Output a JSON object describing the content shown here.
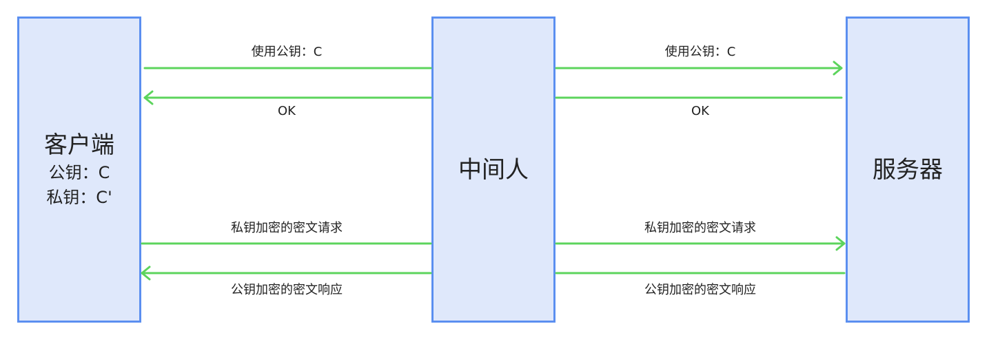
{
  "colors": {
    "box_fill": "#dfe8fb",
    "box_border": "#5b8ff0",
    "arrow": "#5cd45c"
  },
  "client": {
    "title": "客户端",
    "public_key": "公钥：C",
    "private_key": "私钥：C'"
  },
  "middle": {
    "title": "中间人"
  },
  "server": {
    "title": "服务器"
  },
  "messages": {
    "pubkey_left": "使用公钥：C",
    "ok_left": "OK",
    "pubkey_right": "使用公钥：C",
    "ok_right": "OK",
    "req_left": "私钥加密的密文请求",
    "resp_left": "公钥加密的密文响应",
    "req_right": "私钥加密的密文请求",
    "resp_right": "公钥加密的密文响应"
  }
}
